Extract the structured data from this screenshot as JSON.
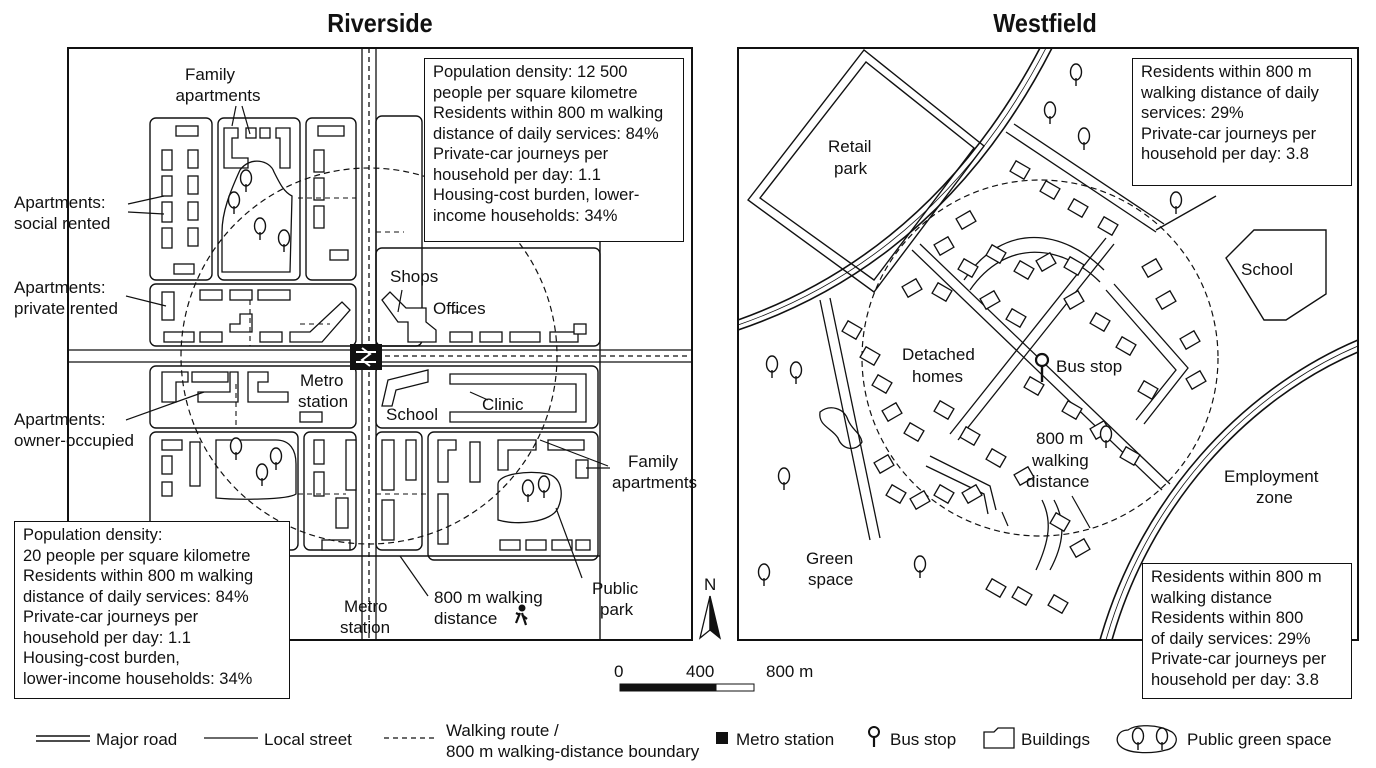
{
  "titles": {
    "riverside": "Riverside",
    "westfield": "Westfield"
  },
  "riverside": {
    "labels": {
      "family_apartments_top_1": "Family",
      "family_apartments_top_2": "apartments",
      "social_rented_1": "Apartments:",
      "social_rented_2": "social rented",
      "private_rented_1": "Apartments:",
      "private_rented_2": "private rented",
      "owner_occupied_1": "Apartments:",
      "owner_occupied_2": "owner-occupied",
      "shops": "Shops",
      "offices": "Offices",
      "metro_station_1": "Metro",
      "metro_station_2": "station",
      "school": "School",
      "clinic": "Clinic",
      "family_apartments_right_1": "Family",
      "family_apartments_right_2": "apartments",
      "public_park_1": "Public",
      "public_park_2": "park",
      "metro_station_bottom_1": "Metro",
      "metro_station_bottom_2": "station",
      "walking_distance_1": "800 m walking",
      "walking_distance_2": "distance"
    },
    "stats_top": [
      "Population density: 12 500",
      "people per square kilometre",
      "Residents within 800 m walking",
      "distance of daily services: 84%",
      "Private-car journeys per",
      "household per day: 1.1",
      "Housing-cost burden, lower-",
      "income households: 34%"
    ],
    "stats_bottom": [
      "Population density:",
      "20 people per square kilometre",
      "Residents within 800 m walking",
      "distance of daily services: 84%",
      "Private-car journeys per",
      "household per day: 1.1",
      "Housing-cost burden,",
      "lower-income households: 34%"
    ]
  },
  "westfield": {
    "labels": {
      "retail_park_1": "Retail",
      "retail_park_2": "park",
      "school": "School",
      "detached_homes_1": "Detached",
      "detached_homes_2": "homes",
      "bus_stop": "Bus stop",
      "walking_distance_1": "800 m",
      "walking_distance_2": "walking",
      "walking_distance_3": "distance",
      "employment_zone_1": "Employment",
      "employment_zone_2": "zone",
      "green_space_1": "Green",
      "green_space_2": "space"
    },
    "stats_top": [
      "Residents within 800 m",
      "walking distance of daily",
      "services: 29%",
      "Private-car journeys per",
      "household per day: 3.8"
    ],
    "stats_bottom": [
      "Residents within 800 m",
      "walking distance",
      "Residents within 800",
      "of daily services: 29%",
      "Private-car journeys per",
      "household per day: 3.8"
    ]
  },
  "scale_bar": {
    "ticks": [
      "0",
      "400",
      "800 m"
    ]
  },
  "north_label": "N",
  "legend": {
    "major_road": "Major road",
    "local_street": "Local street",
    "walking_route_1": "Walking route /",
    "walking_route_2": "800 m walking-distance boundary",
    "metro_station": "Metro station",
    "bus_stop": "Bus stop",
    "buildings": "Buildings",
    "green_space": "Public green space"
  }
}
